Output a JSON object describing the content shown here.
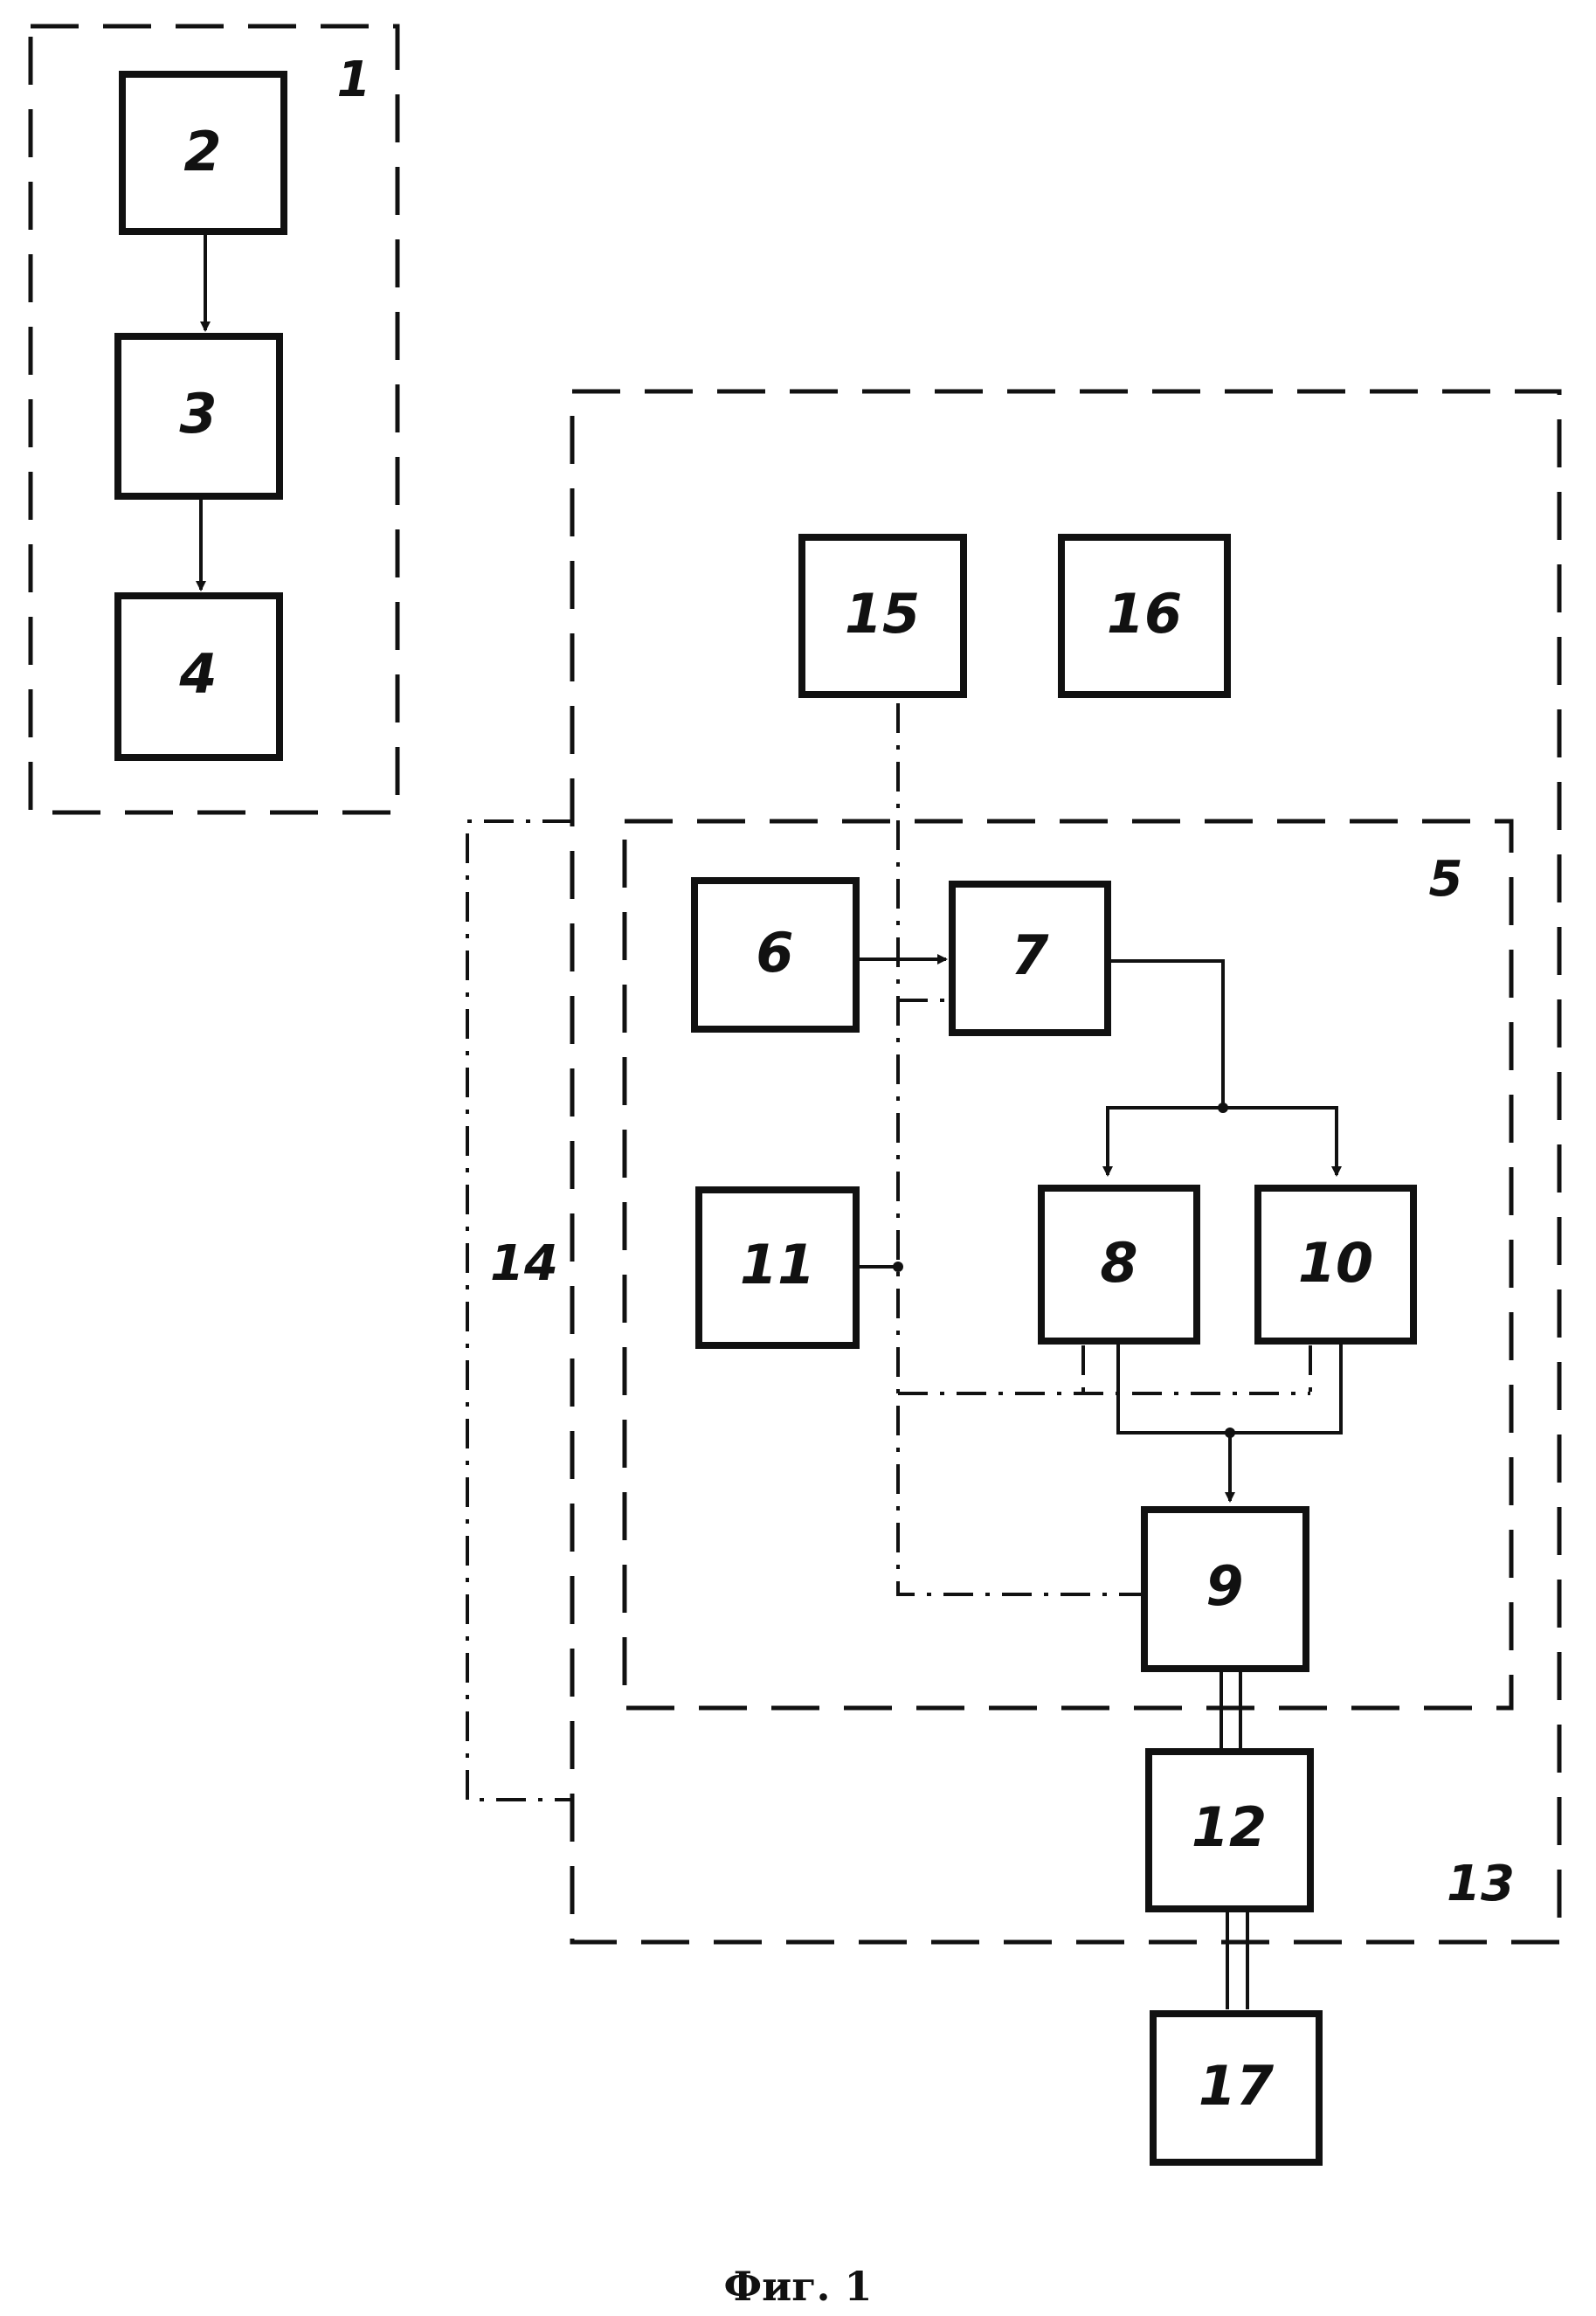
{
  "figure": {
    "caption": "Фиг. 1",
    "blocks": {
      "b2": "2",
      "b3": "3",
      "b4": "4",
      "b6": "6",
      "b7": "7",
      "b8": "8",
      "b9": "9",
      "b10": "10",
      "b11": "11",
      "b12": "12",
      "b15": "15",
      "b16": "16",
      "b17": "17"
    },
    "groups": {
      "g1": "1",
      "g5": "5",
      "g13": "13",
      "g14": "14"
    }
  }
}
